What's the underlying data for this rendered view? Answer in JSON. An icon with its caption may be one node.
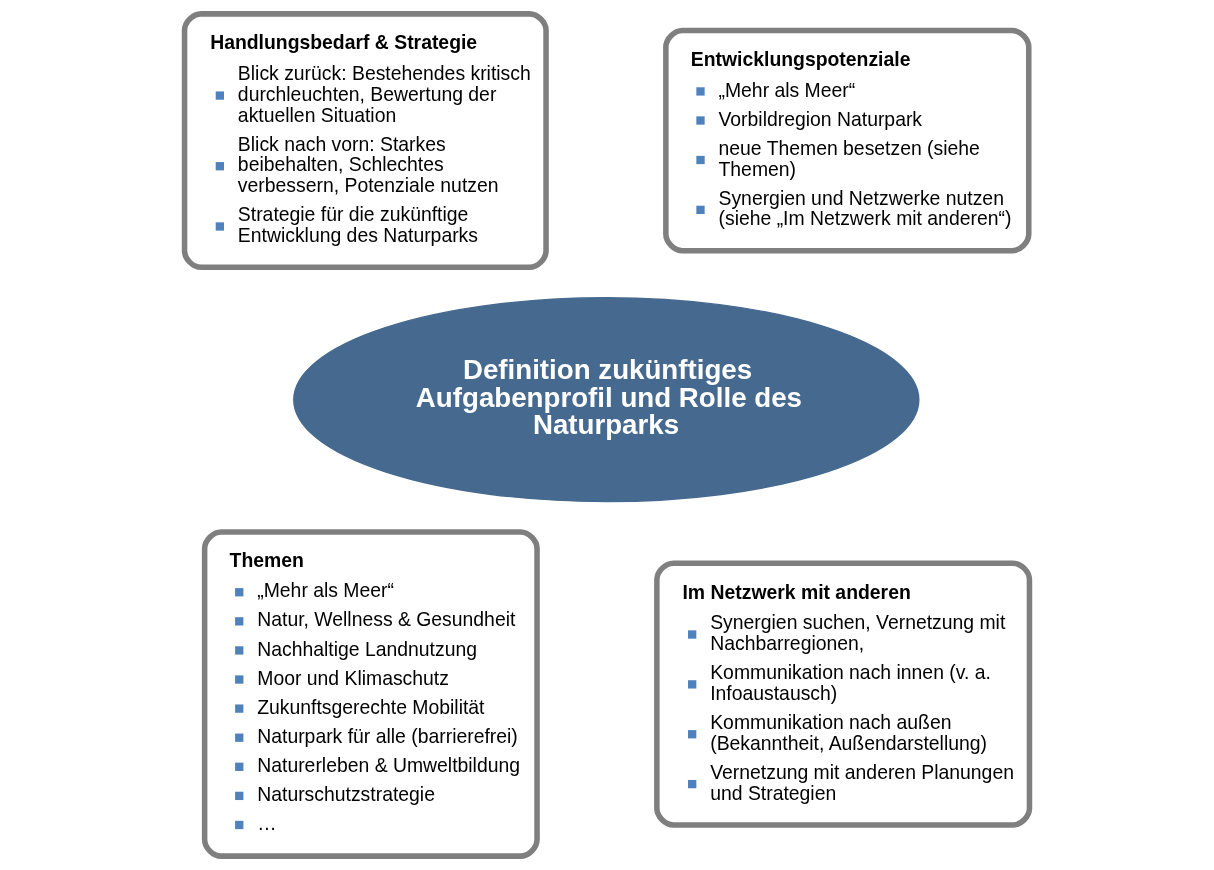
{
  "diagram": {
    "nodes": [
      {
        "text": [
          "Handlungsbedarf & Strategie",
          "Blick zurück: Bestehendes kritisch durchleuchten, Bewertung der aktuellen Situation",
          "Blick nach vorn: Starkes beibehalten, Schlechtes verbessern, Potenziale nutzen",
          "Strategie für die zukünftige Entwicklung des Naturparks"
        ]
      },
      {
        "text": [
          "Entwicklungspotenziale",
          "„Mehr als Meer“",
          "Vorbildregion Naturpark",
          "neue Themen besetzen (siehe Themen)",
          "Synergien und Netzwerke nutzen (siehe „Im Netzwerk mit anderen“)"
        ]
      },
      {
        "text": [
          "Definition zukünftiges Aufgabenprofil und Rolle des Naturparks"
        ]
      },
      {
        "text": [
          "Themen",
          "„Mehr als Meer“",
          "Natur, Wellness & Gesundheit",
          "Nachhaltige Landnutzung",
          "Moor und Klimaschutz",
          "Zukunftsgerechte Mobilität",
          "Naturpark für alle (barrierefrei)",
          "Naturerleben & Umweltbildung",
          "Naturschutzstrategie",
          "…"
        ]
      },
      {
        "text": [
          "Im Netzwerk mit anderen",
          "Synergien suchen, Vernetzung mit Nachbarregionen,",
          "Kommunikation nach innen (v. a. Infoaustausch)",
          "Kommunikation nach außen (Bekanntheit, Außendarstellung)",
          "Vernetzung mit anderen Planungen und Strategien"
        ]
      }
    ],
    "edges": []
  }
}
